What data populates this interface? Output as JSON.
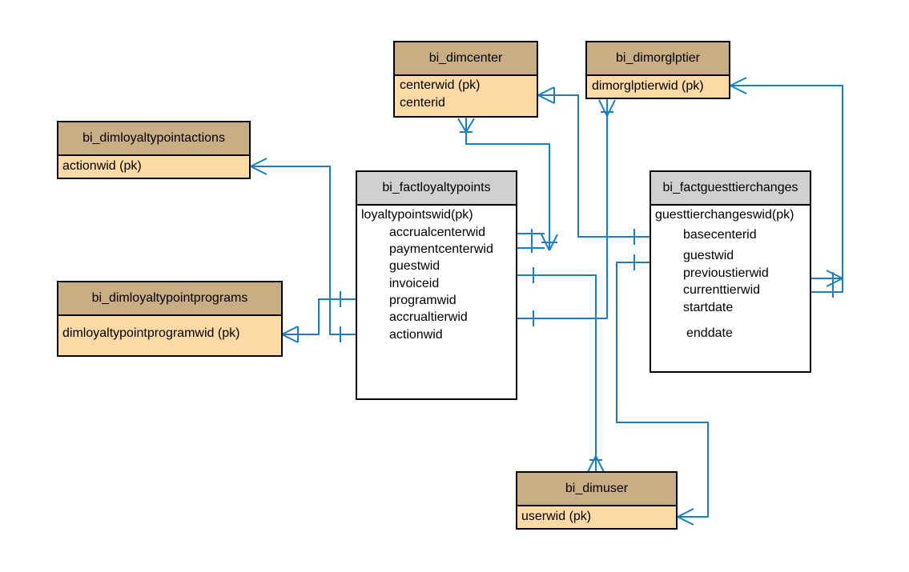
{
  "entities": {
    "dimcenter": {
      "title": "bi_dimcenter",
      "fields": [
        "centerwid (pk)",
        "centerid"
      ]
    },
    "dimorglptier": {
      "title": "bi_dimorglptier",
      "fields": [
        "dimorglptierwid (pk)"
      ]
    },
    "dimloyaltypointactions": {
      "title": "bi_dimloyaltypointactions",
      "fields": [
        "actionwid (pk)"
      ]
    },
    "dimloyaltypointprograms": {
      "title": "bi_dimloyaltypointprograms",
      "fields": [
        "dimloyaltypointprogramwid (pk)"
      ]
    },
    "factloyaltypoints": {
      "title": "bi_factloyaltypoints",
      "fields": [
        "loyaltypointswid(pk)",
        "accrualcenterwid",
        "paymentcenterwid",
        "guestwid",
        "invoiceid",
        "programwid",
        "accrualtierwid",
        "actionwid"
      ]
    },
    "factguesttierchanges": {
      "title": "bi_factguesttierchanges",
      "fields": [
        "guesttierchangeswid(pk)",
        "basecenterid",
        "guestwid",
        "previoustierwid",
        "currenttierwid",
        "startdate",
        "enddate"
      ]
    },
    "dimuser": {
      "title": "bi_dimuser",
      "fields": [
        "userwid (pk)"
      ]
    }
  },
  "colors": {
    "dim_header": "#c9ad85",
    "dim_body": "#fdd9a6",
    "fact_header": "#d0d0d0",
    "connector": "#1a7fc1"
  }
}
